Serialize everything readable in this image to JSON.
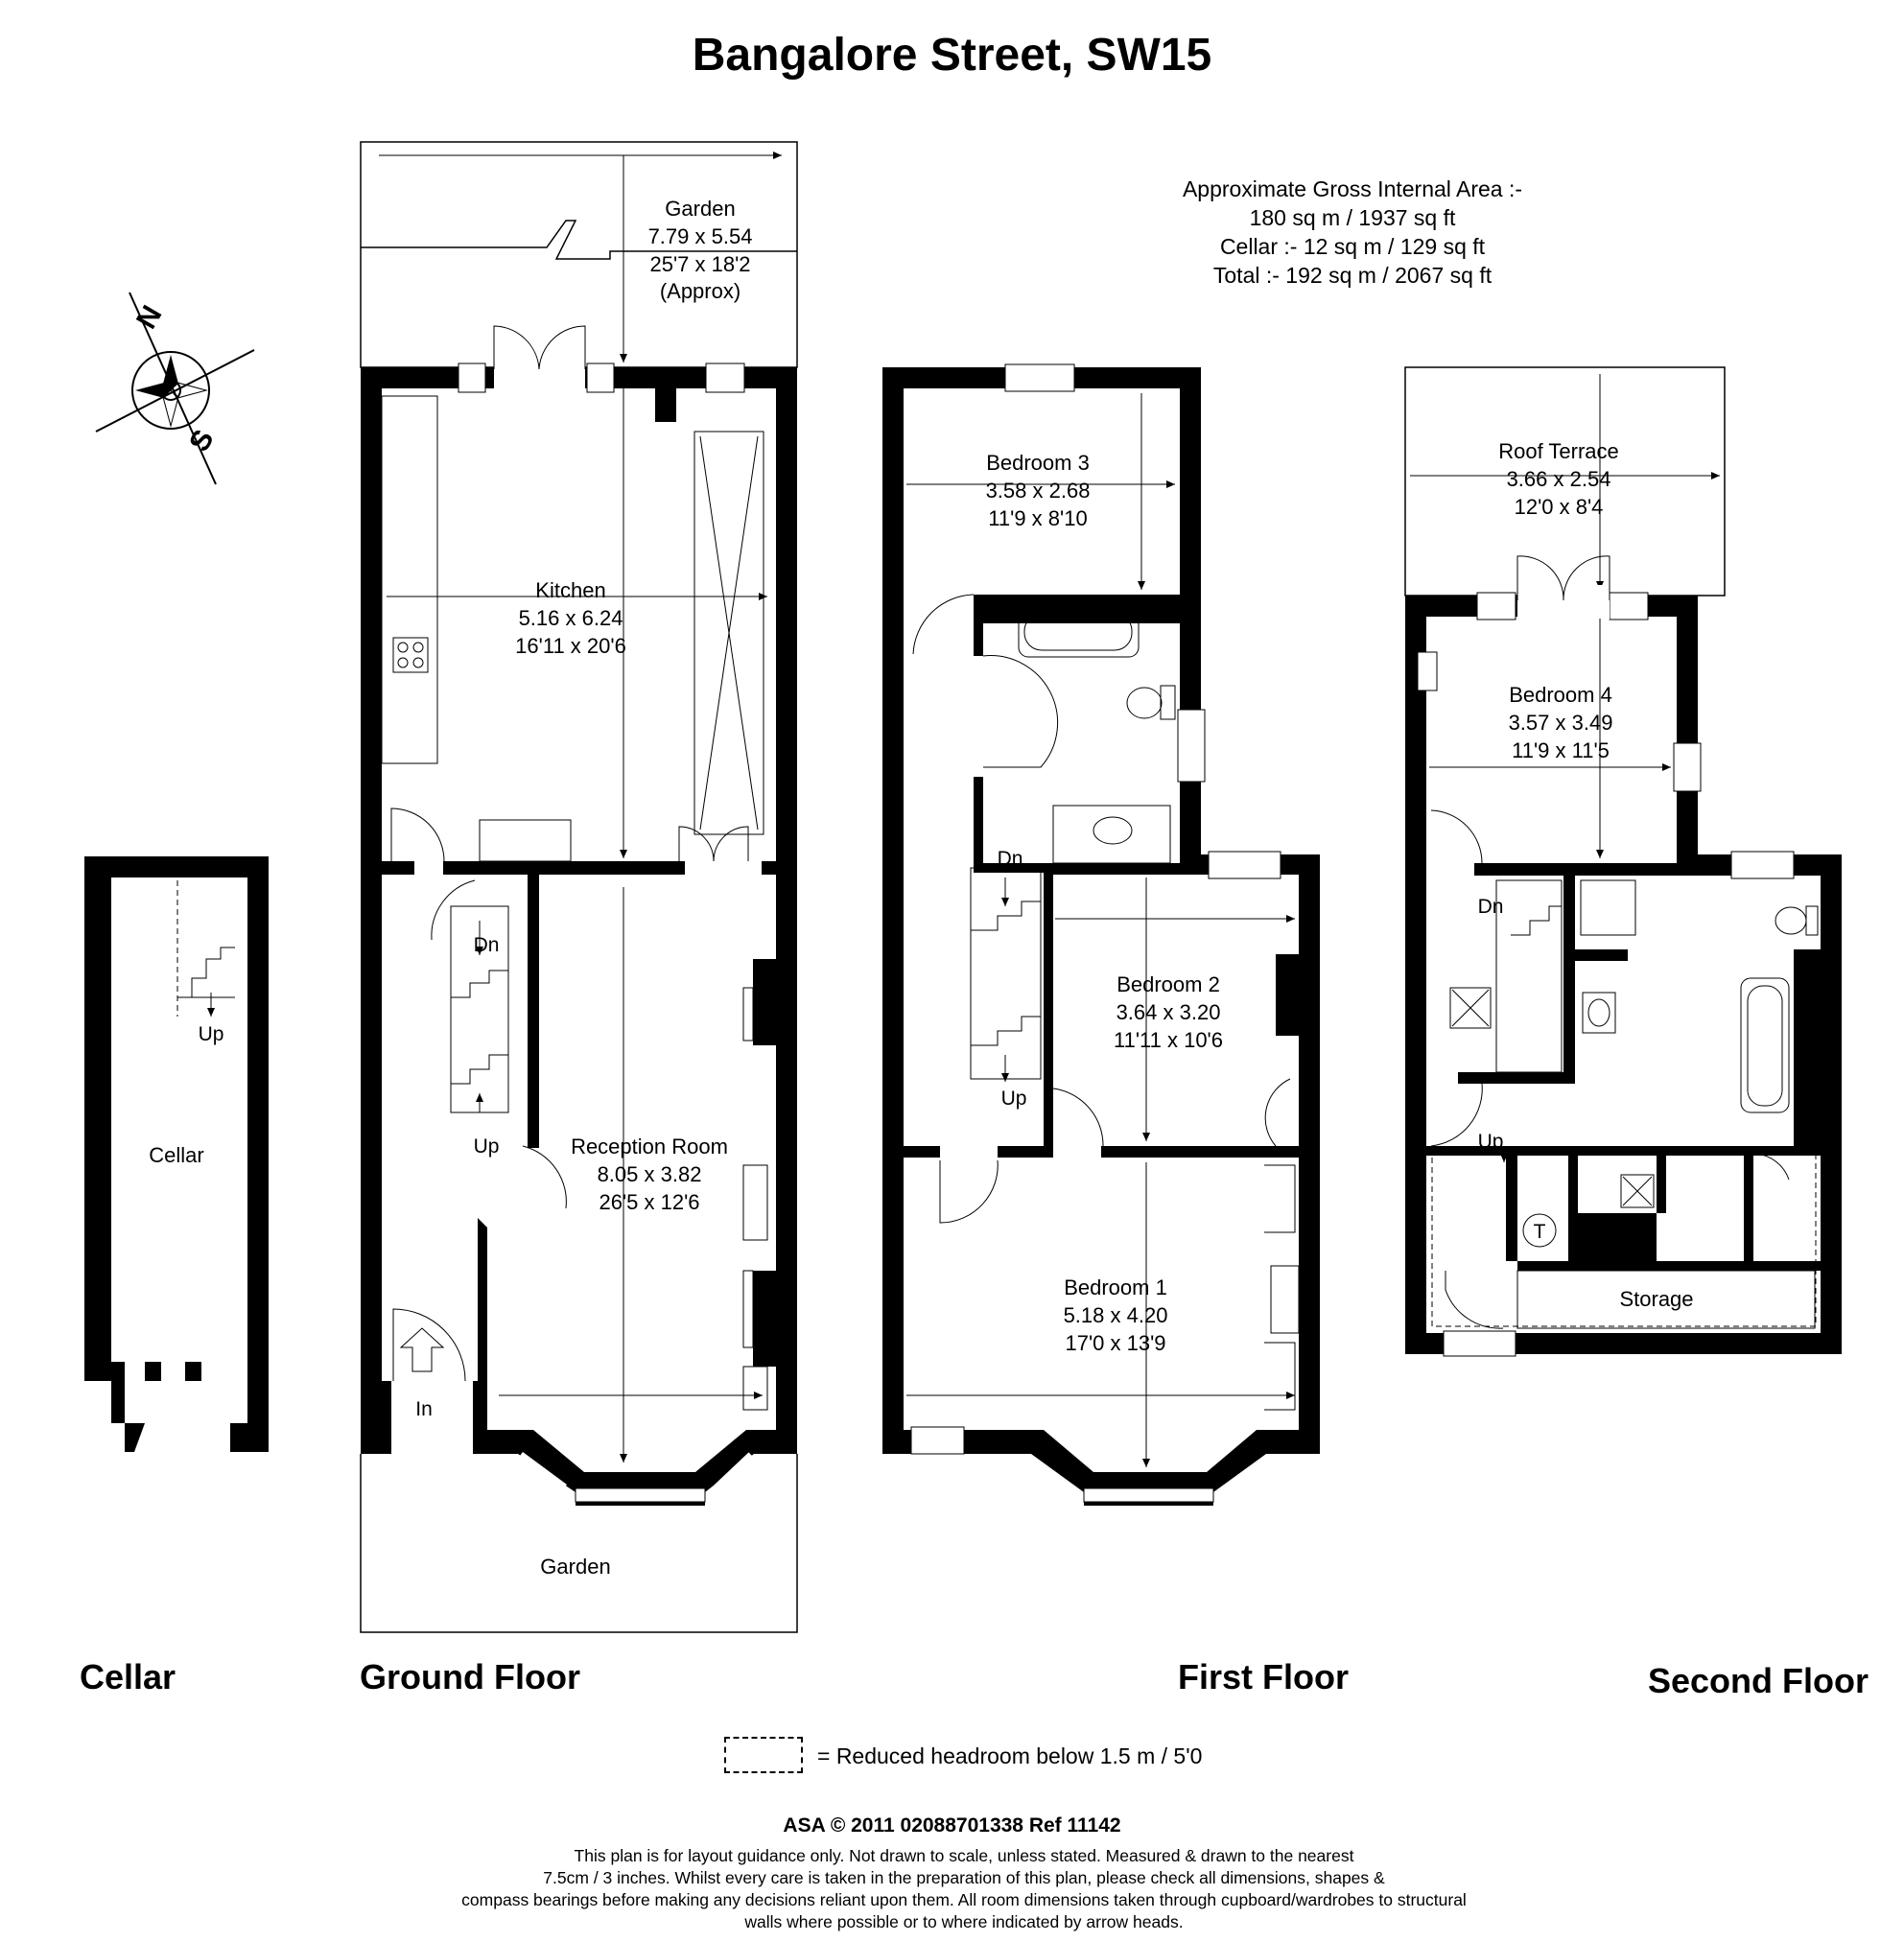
{
  "title": "Bangalore Street, SW15",
  "area": {
    "heading": "Approximate Gross Internal Area :-",
    "main": "180 sq m / 1937 sq ft",
    "cellar": "Cellar :- 12 sq m / 129 sq ft",
    "total": "Total :- 192 sq m / 2067 sq ft"
  },
  "compass": {
    "north": "N",
    "south": "S"
  },
  "floors": {
    "cellar": "Cellar",
    "ground": "Ground Floor",
    "first": "First Floor",
    "second": "Second Floor"
  },
  "rooms": {
    "garden_rear": {
      "name": "Garden",
      "metric": "7.79 x 5.54",
      "imperial": "25'7 x 18'2",
      "note": "(Approx)"
    },
    "kitchen": {
      "name": "Kitchen",
      "metric": "5.16 x 6.24",
      "imperial": "16'11 x 20'6"
    },
    "reception": {
      "name": "Reception Room",
      "metric": "8.05 x 3.82",
      "imperial": "26'5 x 12'6"
    },
    "garden_front": {
      "name": "Garden"
    },
    "cellar": {
      "name": "Cellar"
    },
    "bedroom3": {
      "name": "Bedroom 3",
      "metric": "3.58 x 2.68",
      "imperial": "11'9 x 8'10"
    },
    "bedroom2": {
      "name": "Bedroom 2",
      "metric": "3.64 x 3.20",
      "imperial": "11'11 x 10'6"
    },
    "bedroom1": {
      "name": "Bedroom 1",
      "metric": "5.18 x 4.20",
      "imperial": "17'0 x 13'9"
    },
    "roof_terrace": {
      "name": "Roof Terrace",
      "metric": "3.66 x 2.54",
      "imperial": "12'0 x 8'4"
    },
    "bedroom4": {
      "name": "Bedroom 4",
      "metric": "3.57 x 3.49",
      "imperial": "11'9 x 11'5"
    },
    "storage": {
      "name": "Storage"
    }
  },
  "stair_labels": {
    "up": "Up",
    "down": "Dn",
    "in": "In",
    "tank": "T"
  },
  "legend": {
    "text": "=  Reduced headroom below 1.5 m / 5'0"
  },
  "footer": {
    "ref": "ASA © 2011    02088701338    Ref   11142",
    "disclaimer_1": "This plan is for layout guidance only. Not drawn to scale, unless stated. Measured & drawn to the nearest",
    "disclaimer_2": "7.5cm / 3 inches. Whilst every care is taken in the preparation of this plan, please check all dimensions, shapes &",
    "disclaimer_3": "compass bearings before making any decisions reliant upon them. All room dimensions taken through cupboard/wardrobes to structural",
    "disclaimer_4": "walls where possible or to where indicated by arrow heads."
  }
}
